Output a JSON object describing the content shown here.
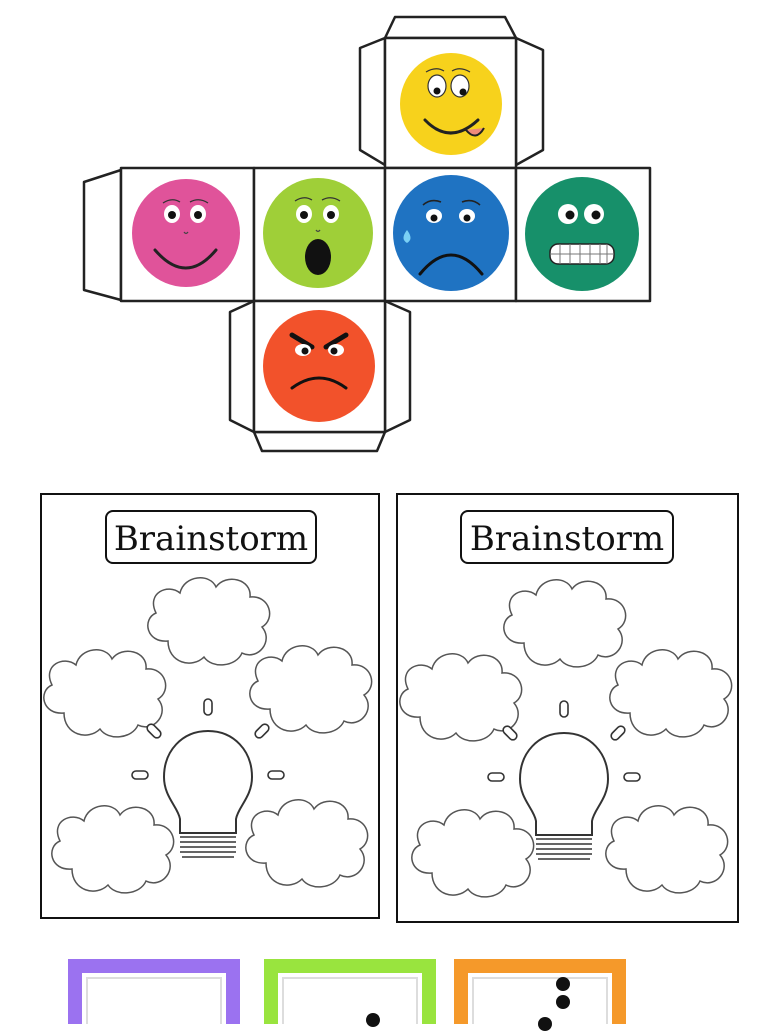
{
  "dice": {
    "faces": [
      {
        "name": "silly-face",
        "color": "#f7d21c"
      },
      {
        "name": "happy-face",
        "color": "#e0539a"
      },
      {
        "name": "surprised-face",
        "color": "#9fcf38"
      },
      {
        "name": "sad-face",
        "color": "#1f73c2"
      },
      {
        "name": "scared-face",
        "color": "#17906a"
      },
      {
        "name": "angry-face",
        "color": "#f2522b"
      }
    ]
  },
  "brainstorm": {
    "cards": [
      {
        "title": "Brainstorm"
      },
      {
        "title": "Brainstorm"
      }
    ]
  },
  "dot_cards": {
    "colors": [
      "#9b72f0",
      "#99e43e",
      "#f5992a"
    ]
  }
}
